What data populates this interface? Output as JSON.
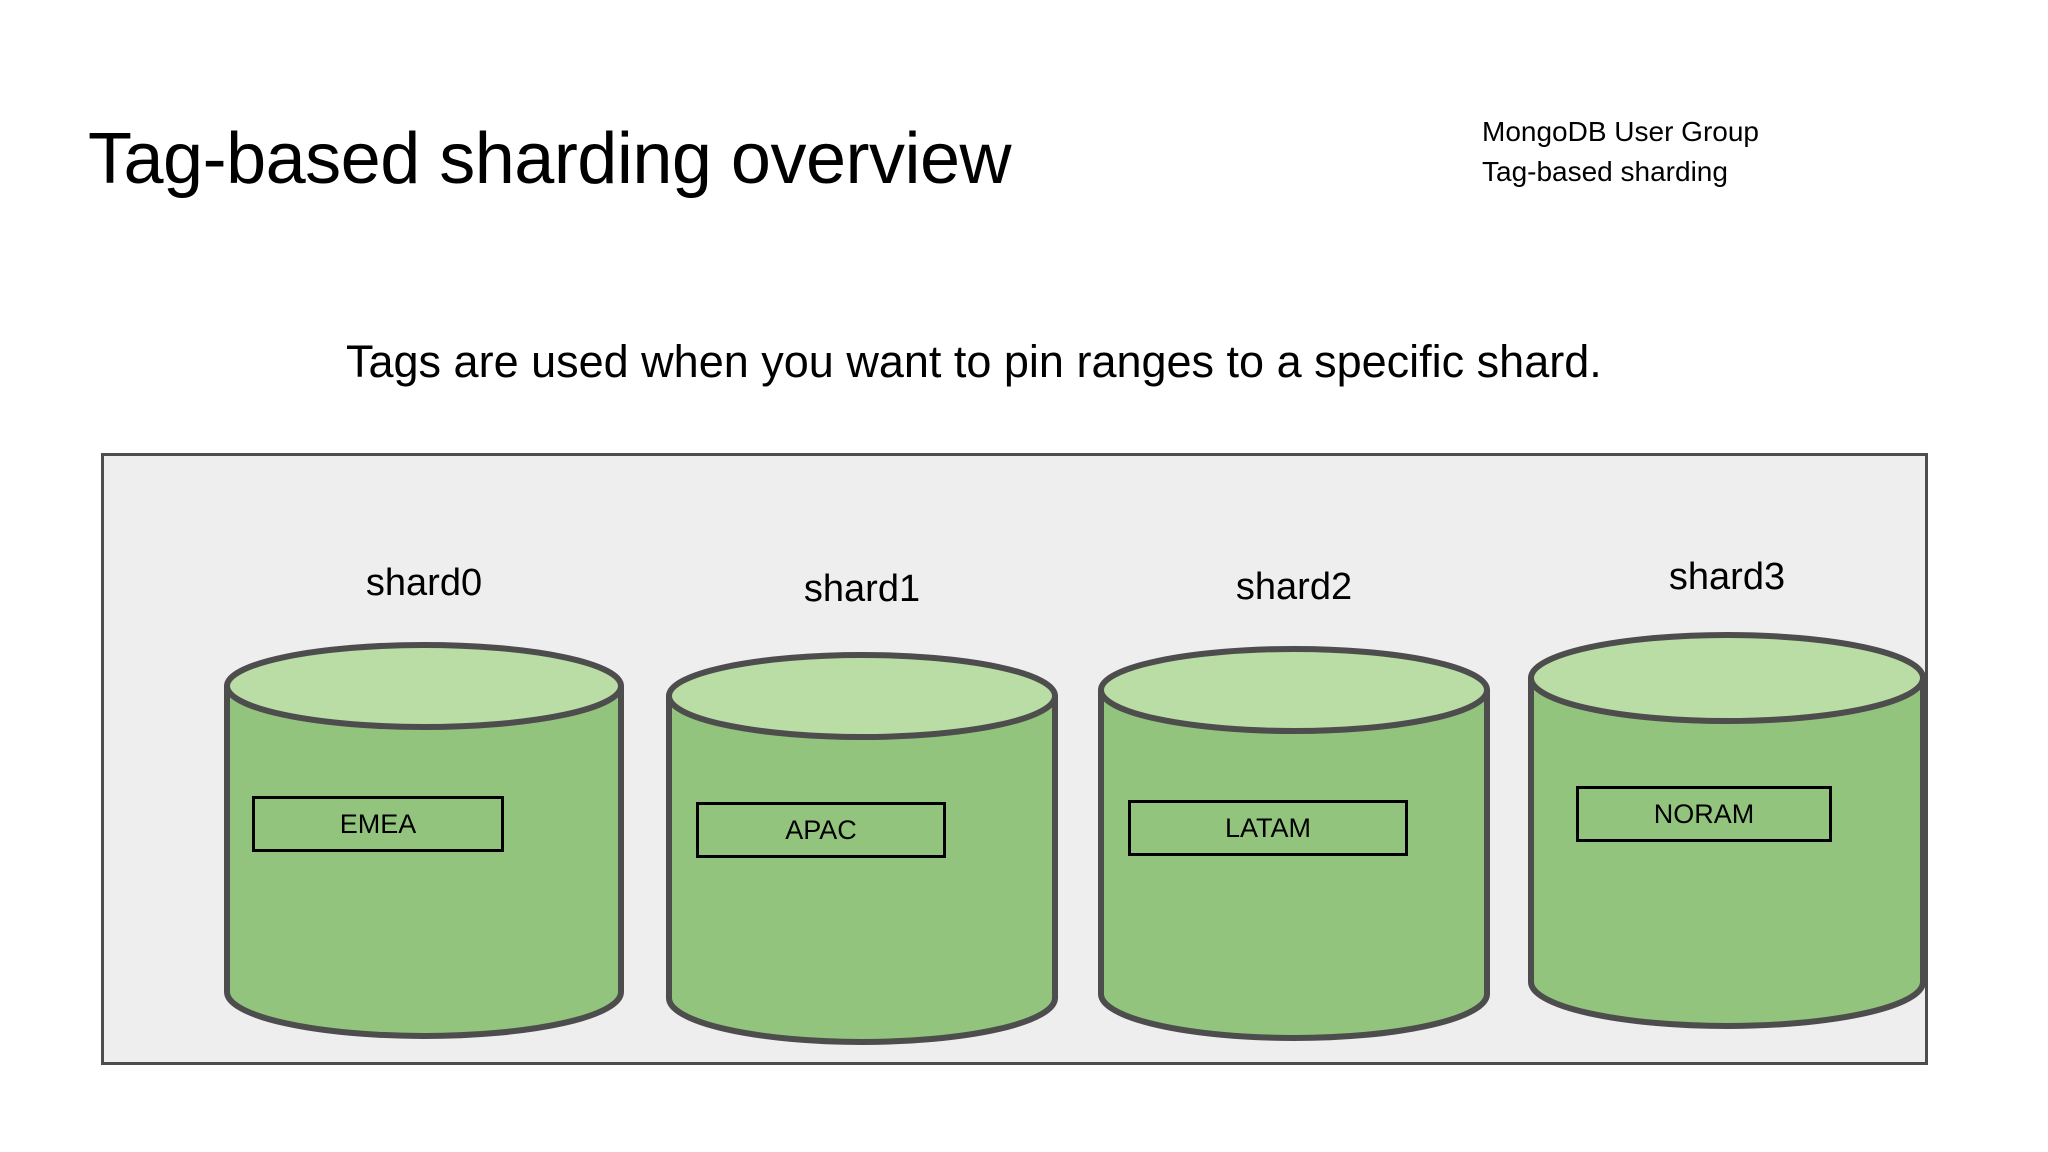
{
  "slide": {
    "title": "Tag-based sharding overview",
    "subtitle": "Tags are used when you want to pin ranges to a specific shard.",
    "background_color": "#ffffff"
  },
  "header": {
    "line1": "MongoDB User Group",
    "line2": "Tag-based sharding"
  },
  "panel": {
    "background_color": "#eeeeee",
    "border_color": "#4d4d4d"
  },
  "colors": {
    "cylinder_body": "#93c47d",
    "cylinder_top": "#b9ddA5",
    "cylinder_stroke": "#4d4d4d",
    "tag_box_stroke": "#000000",
    "text": "#000000"
  },
  "shards": [
    {
      "label": "shard0",
      "tag": "EMEA"
    },
    {
      "label": "shard1",
      "tag": "APAC"
    },
    {
      "label": "shard2",
      "tag": "LATAM"
    },
    {
      "label": "shard3",
      "tag": "NORAM"
    }
  ]
}
